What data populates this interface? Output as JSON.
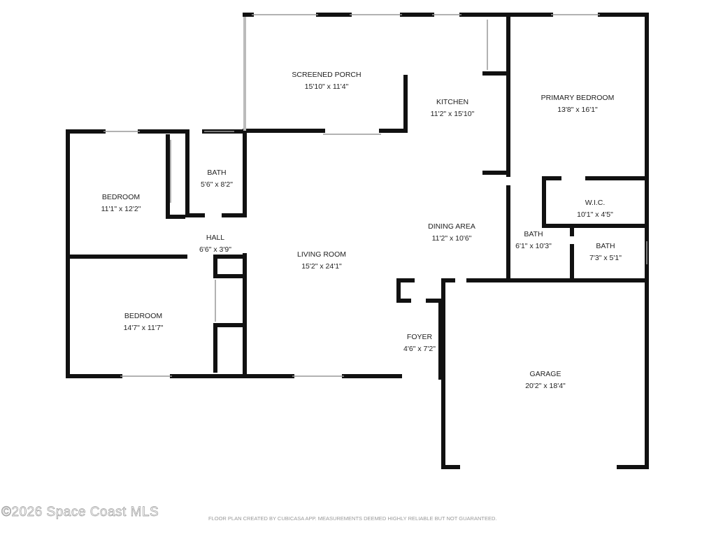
{
  "rooms": [
    {
      "name": "SCREENED PORCH",
      "size": "15'10\" x 11'4\""
    },
    {
      "name": "KITCHEN",
      "size": "11'2\" x 15'10\""
    },
    {
      "name": "PRIMARY BEDROOM",
      "size": "13'8\" x 16'1\""
    },
    {
      "name": "BEDROOM",
      "size": "11'1\" x 12'2\""
    },
    {
      "name": "BATH",
      "size": "5'6\" x 8'2\""
    },
    {
      "name": "HALL",
      "size": "6'6\" x 3'9\""
    },
    {
      "name": "LIVING ROOM",
      "size": "15'2\" x 24'1\""
    },
    {
      "name": "DINING AREA",
      "size": "11'2\" x 10'6\""
    },
    {
      "name": "W.I.C.",
      "size": "10'1\" x 4'5\""
    },
    {
      "name": "BATH",
      "size": "6'1\" x 10'3\""
    },
    {
      "name": "BATH",
      "size": "7'3\" x 5'1\""
    },
    {
      "name": "BEDROOM",
      "size": "14'7\" x 11'7\""
    },
    {
      "name": "FOYER",
      "size": "4'6\" x 7'2\""
    },
    {
      "name": "GARAGE",
      "size": "20'2\" x 18'4\""
    }
  ],
  "watermark": "©2026 Space Coast MLS",
  "footer": "FLOOR PLAN CREATED BY CUBICASA APP. MEASUREMENTS DEEMED HIGHLY RELIABLE BUT NOT GUARANTEED."
}
